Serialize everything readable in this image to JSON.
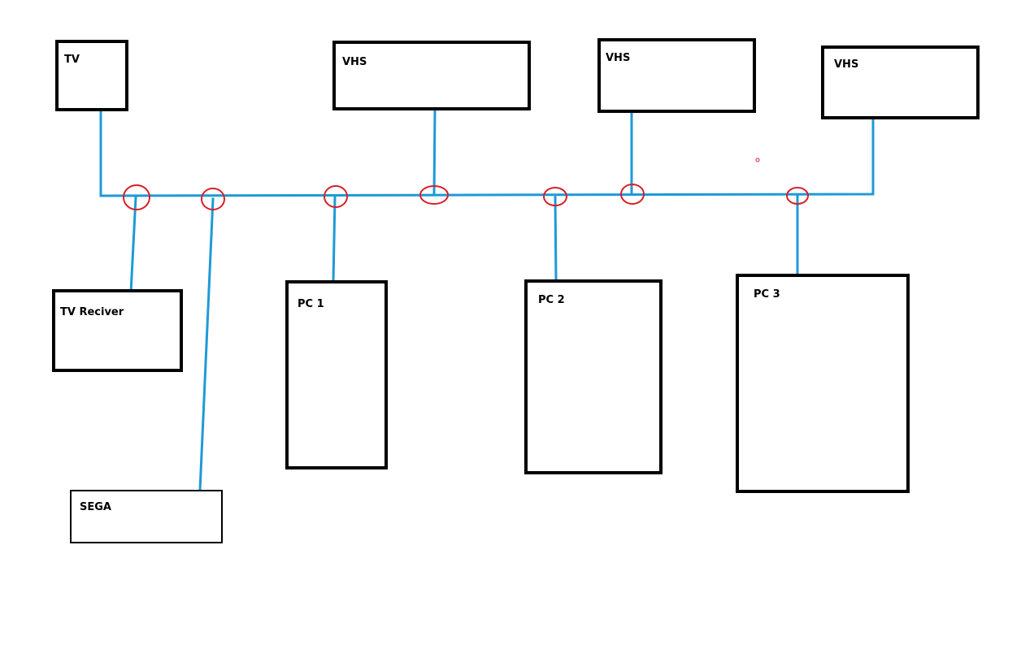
{
  "colors": {
    "box_border": "#000000",
    "cable": "#1e9ad6",
    "junction": "#d81f26",
    "background": "#ffffff"
  },
  "nodes": {
    "tv": "TV",
    "vhs_1": "VHS",
    "vhs_2": "VHS",
    "vhs_3": "VHS",
    "tv_receiver": "TV Reciver",
    "pc_1": "PC 1",
    "pc_2": "PC 2",
    "pc_3": "PC 3",
    "sega": "SEGA"
  }
}
